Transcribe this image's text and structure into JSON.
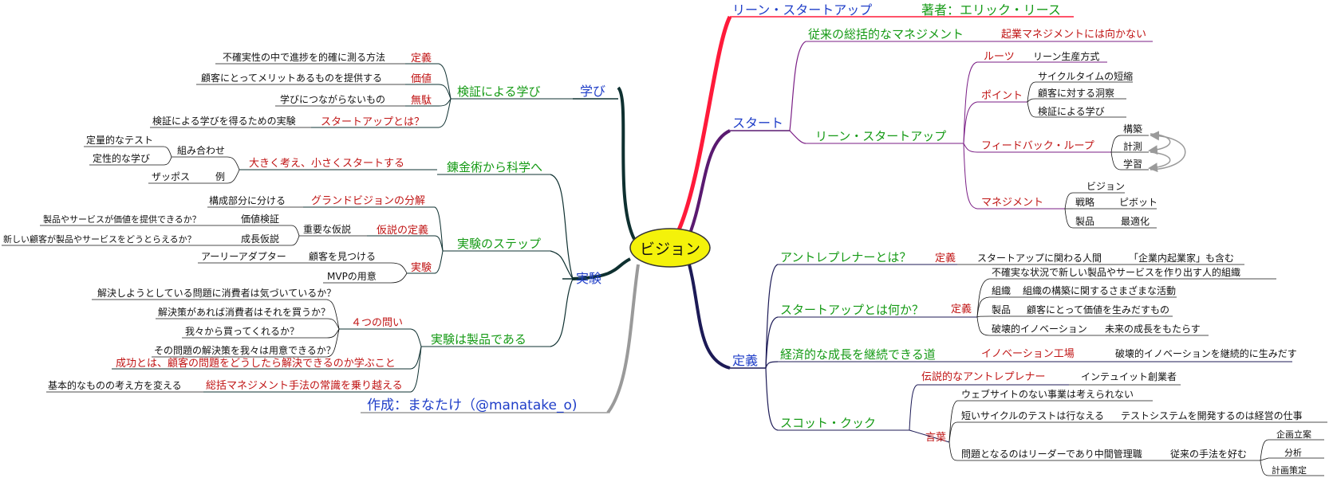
{
  "center": "ビジョン",
  "credit": "作成：まなたけ（@manatake_o)",
  "colors": {
    "blue": "#1f3ec8",
    "green": "#159a15",
    "red": "#c01515",
    "black": "#111111",
    "dark": "#0e3030",
    "gray": "#9a9a9a",
    "crimson": "#e0003c",
    "purple": "#7a1e85",
    "navy": "#1c1a56",
    "center_fill": "#f4f20a"
  },
  "right": {
    "lean": {
      "label": "リーン・スタートアップ",
      "author": "著者：エリック・リース"
    },
    "start": {
      "label": "スタート",
      "traditional": {
        "label": "従来の総括的なマネジメント",
        "note": "起業マネジメントには向かない"
      },
      "lean": {
        "label": "リーン・スタートアップ",
        "roots": {
          "label": "ルーツ",
          "item": "リーン生産方式"
        },
        "point": {
          "label": "ポイント",
          "items": [
            "サイクルタイムの短縮",
            "顧客に対する洞察",
            "検証による学び"
          ]
        },
        "feedback": {
          "label": "フィードバック・ループ",
          "items": [
            "構築",
            "計測",
            "学習"
          ]
        },
        "management": {
          "label": "マネジメント",
          "vision": "ビジョン",
          "strategy": {
            "label": "戦略",
            "item": "ピボット"
          },
          "product": {
            "label": "製品",
            "item": "最適化"
          }
        }
      }
    },
    "definition": {
      "label": "定義",
      "entrepreneur": {
        "label": "アントレプレナーとは？",
        "def": "定義",
        "text": "スタートアップに関わる人間",
        "note": "「企業内起業家」も含む"
      },
      "startup": {
        "label": "スタートアップとは何か？",
        "def": "定義",
        "text": "不確実な状況で新しい製品やサービスを作り出す人的組織",
        "org": {
          "label": "組織",
          "text": "組織の構築に関するさまざまな活動"
        },
        "product": {
          "label": "製品",
          "text": "顧客にとって価値を生みだすもの"
        },
        "innovation": {
          "label": "破壊的イノベーション",
          "text": "未来の成長をもたらす"
        }
      },
      "growth": {
        "label": "経済的な成長を継続できる道",
        "factory": "イノベーション工場",
        "text": "破壊的イノベーションを継続的に生みだす"
      },
      "cook": {
        "label": "スコット・クック",
        "legend": {
          "label": "伝説的なアントレプレナー",
          "text": "インテュイット創業者"
        },
        "quote": {
          "label": "言葉",
          "q1": "ウェブサイトのない事業は考えられない",
          "q2": "短いサイクルのテストは行なえる",
          "q2b": "テストシステムを開発するのは経営の仕事",
          "q3": "問題となるのはリーダーであり中間管理職",
          "q3b": "従来の手法を好む",
          "items": [
            "企画立案",
            "分析",
            "計画策定"
          ]
        }
      }
    }
  },
  "left": {
    "learning": {
      "label": "学び",
      "validated": {
        "label": "検証による学び",
        "items": [
          {
            "label": "定義",
            "text": "不確実性の中で進捗を的確に測る方法"
          },
          {
            "label": "価値",
            "text": "顧客にとってメリットあるものを提供する"
          },
          {
            "label": "無駄",
            "text": "学びにつながらないもの"
          },
          {
            "label": "スタートアップとは？",
            "text": "検証による学びを得るための実験"
          }
        ]
      }
    },
    "experiment": {
      "label": "実験",
      "alchemy": {
        "label": "錬金術から科学へ",
        "think": "大きく考え、小さくスタートする",
        "combine": "組み合わせ",
        "quant": "定量的なテスト",
        "qual": "定性的な学び",
        "example": "例",
        "zappos": "ザッポス"
      },
      "steps": {
        "label": "実験のステップ",
        "grand": "グランドビジョンの分解",
        "parts": "構成部分に分ける",
        "hypothesis": "仮説の定義",
        "important": "重要な仮説",
        "value_h": "価値検証",
        "value_q": "製品やサービスが価値を提供できるか？",
        "growth_h": "成長仮説",
        "growth_q": "新しい顧客が製品やサービスをどうとらえるか？",
        "exp": "実験",
        "find": "顧客を見つける",
        "early": "アーリーアダプター",
        "mvp": "MVPの用意"
      },
      "product": {
        "label": "実験は製品である",
        "four": "４つの問い",
        "qs": [
          "解決しようとしている問題に消費者は気づいているか？",
          "解決策があれば消費者はそれを買うか？",
          "我々から買ってくれるか？",
          "その問題の解決策を我々は用意できるか？"
        ],
        "success": "成功とは、顧客の問題をどうしたら解決できるのか学ぶこと",
        "overcome": "総括マネジメント手法の常識を乗り越える",
        "basic": "基本的なものの考え方を変える"
      }
    }
  }
}
